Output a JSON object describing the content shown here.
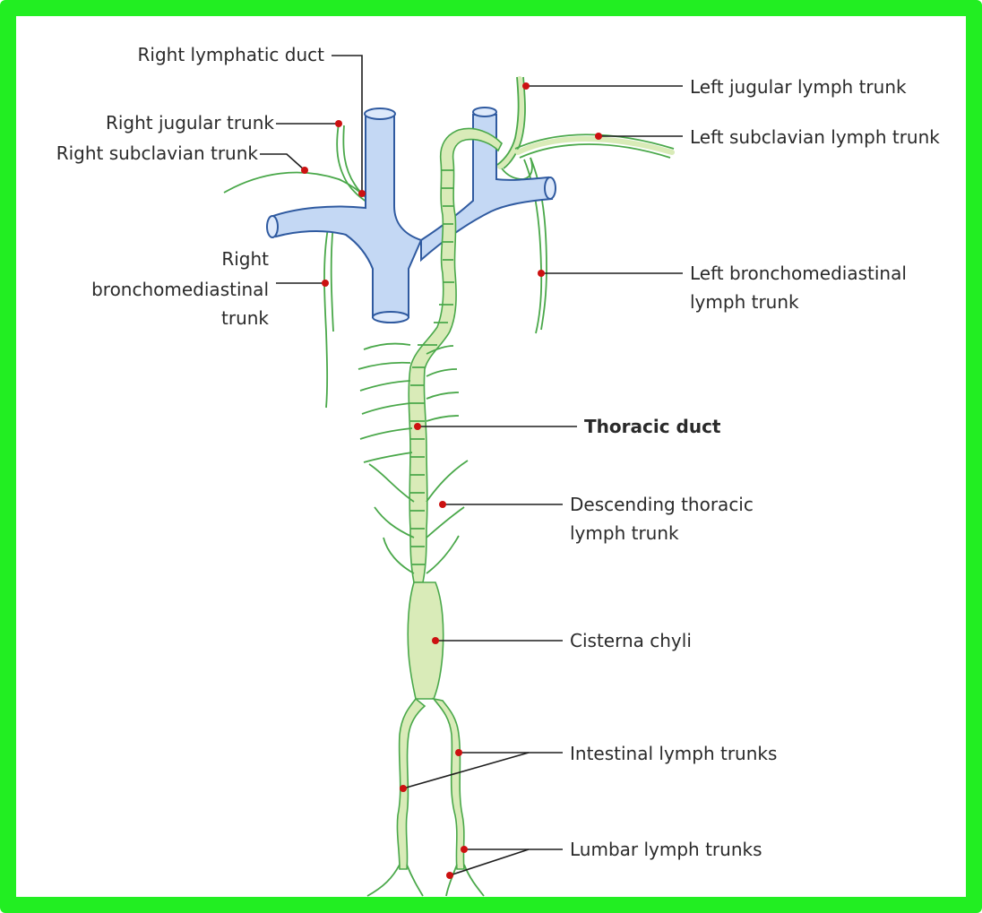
{
  "colors": {
    "frame": "#22ee22",
    "vessel": "#c4d8f4",
    "vessel_outline": "#2f5aa0",
    "lymph_fill": "#d9ebb8",
    "lymph_outline": "#4aa84a",
    "pointer_dot": "#cc1111"
  },
  "labels": {
    "right_lymphatic_duct": "Right lymphatic duct",
    "right_jugular_trunk": "Right jugular trunk",
    "right_subclavian_trunk": "Right subclavian trunk",
    "right_broncho_line1": "Right",
    "right_broncho_line2": "bronchomediastinal",
    "right_broncho_line3": "trunk",
    "left_jugular": "Left jugular lymph trunk",
    "left_subclavian": "Left subclavian lymph trunk",
    "left_broncho_line1": "Left bronchomediastinal",
    "left_broncho_line2": "lymph trunk",
    "thoracic_duct": "Thoracic duct",
    "descending_line1": "Descending thoracic",
    "descending_line2": "lymph trunk",
    "cisterna_chyli": "Cisterna chyli",
    "intestinal": "Intestinal lymph trunks",
    "lumbar": "Lumbar lymph trunks"
  }
}
